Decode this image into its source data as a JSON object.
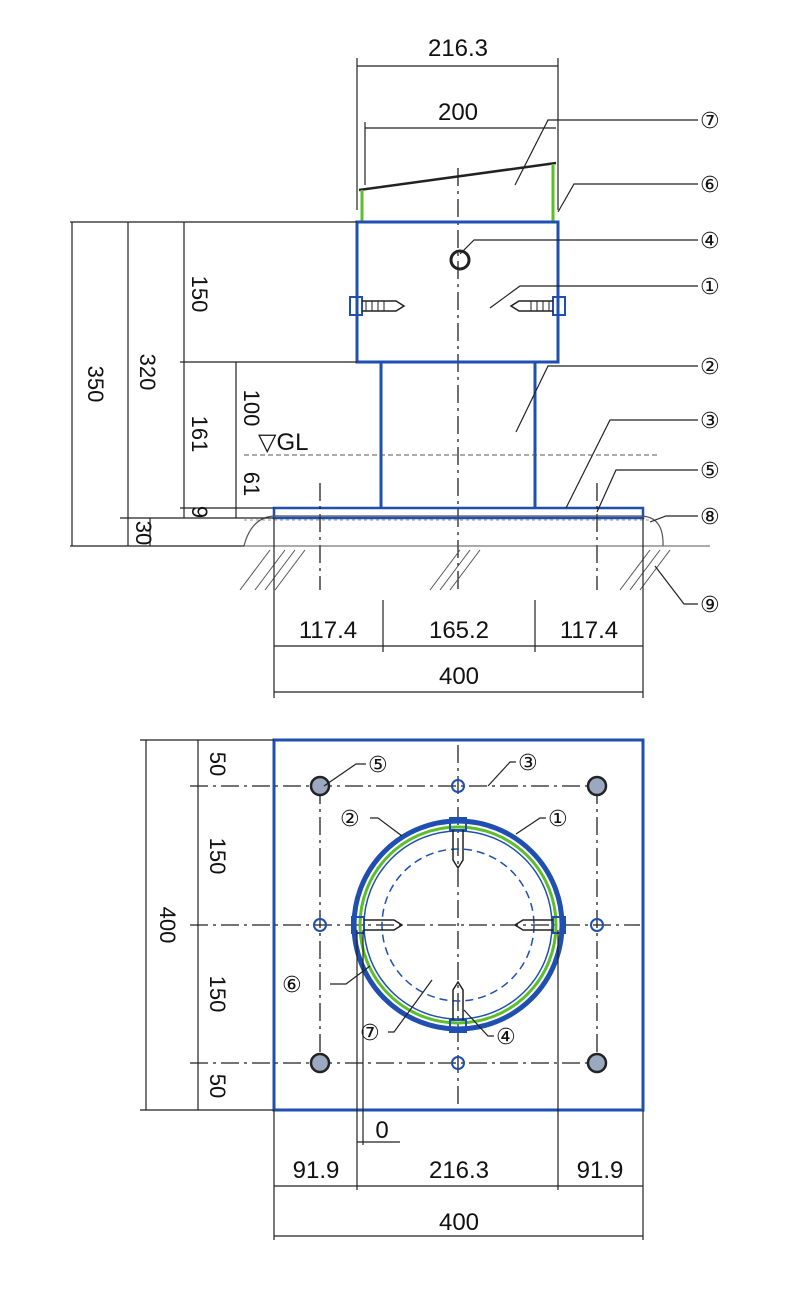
{
  "elevation": {
    "dims": {
      "top_width": "216.3",
      "cap_width": "200",
      "h150": "150",
      "h320": "320",
      "h350": "350",
      "h100": "100",
      "h161": "161",
      "h61": "61",
      "h9": "9",
      "h30": "30",
      "b_left": "117.4",
      "b_mid": "165.2",
      "b_right": "117.4",
      "b_total": "400"
    },
    "gl_label": "▽GL",
    "callouts": {
      "c7": "⑦",
      "c6": "⑥",
      "c4": "④",
      "c1": "①",
      "c2": "②",
      "c3": "③",
      "c5": "⑤",
      "c8": "⑧",
      "c9": "⑨"
    }
  },
  "plan": {
    "dims": {
      "v50_top": "50",
      "v150_top": "150",
      "v400": "400",
      "v150_bot": "150",
      "v50_bot": "50",
      "zero": "0",
      "h_left": "91.9",
      "h_mid": "216.3",
      "h_right": "91.9",
      "h_total": "400"
    },
    "callouts": {
      "c5": "⑤",
      "c3": "③",
      "c2": "②",
      "c1": "①",
      "c6": "⑥",
      "c7": "⑦",
      "c4": "④"
    }
  },
  "colors": {
    "steel_blue": "#1f4fb0",
    "weld_green": "#5cbf2a",
    "line_black": "#222222"
  }
}
